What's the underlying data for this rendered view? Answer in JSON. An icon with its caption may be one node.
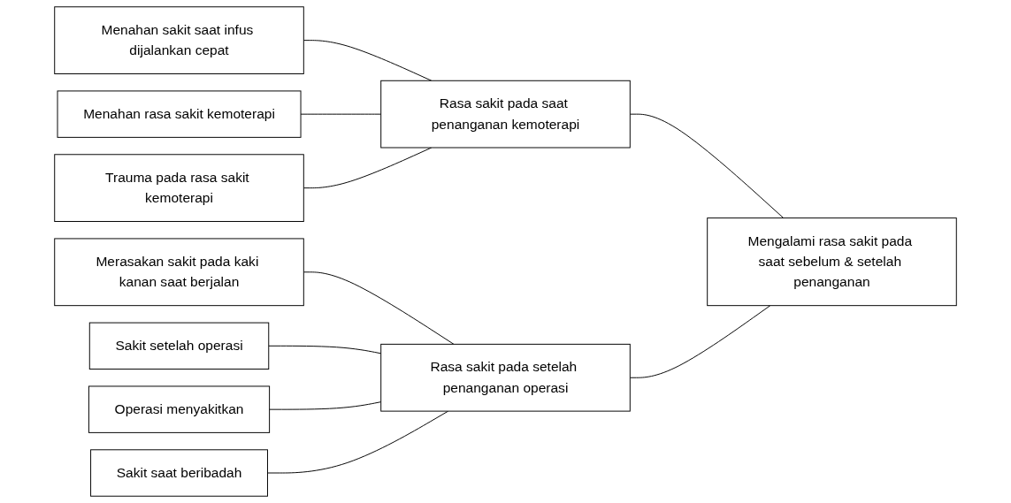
{
  "diagram": {
    "nodes": [
      {
        "text": [
          "Menahan sakit saat infus dijalankan cepat"
        ]
      },
      {
        "text": [
          "Menahan rasa sakit kemoterapi"
        ]
      },
      {
        "text": [
          "Trauma pada rasa sakit kemoterapi"
        ]
      },
      {
        "text": [
          "Merasakan sakit pada kaki kanan saat berjalan"
        ]
      },
      {
        "text": [
          "Sakit setelah operasi"
        ]
      },
      {
        "text": [
          "Operasi menyakitkan"
        ]
      },
      {
        "text": [
          "Sakit saat beribadah"
        ]
      },
      {
        "text": [
          "Rasa sakit pada saat penanganan kemoterapi"
        ]
      },
      {
        "text": [
          "Rasa sakit pada setelah penanganan operasi"
        ]
      },
      {
        "text": [
          "Mengalami rasa sakit pada saat sebelum & setelah penanganan"
        ]
      }
    ],
    "edges": [
      {
        "from": 0,
        "to": 7,
        "arrow": "none"
      },
      {
        "from": 1,
        "to": 7,
        "arrow": "none"
      },
      {
        "from": 2,
        "to": 7,
        "arrow": "none"
      },
      {
        "from": 3,
        "to": 8,
        "arrow": "none"
      },
      {
        "from": 4,
        "to": 8,
        "arrow": "none"
      },
      {
        "from": 5,
        "to": 8,
        "arrow": "none"
      },
      {
        "from": 6,
        "to": 8,
        "arrow": "none"
      },
      {
        "from": 7,
        "to": 9,
        "arrow": "none"
      },
      {
        "from": 8,
        "to": 9,
        "arrow": "none"
      }
    ]
  }
}
